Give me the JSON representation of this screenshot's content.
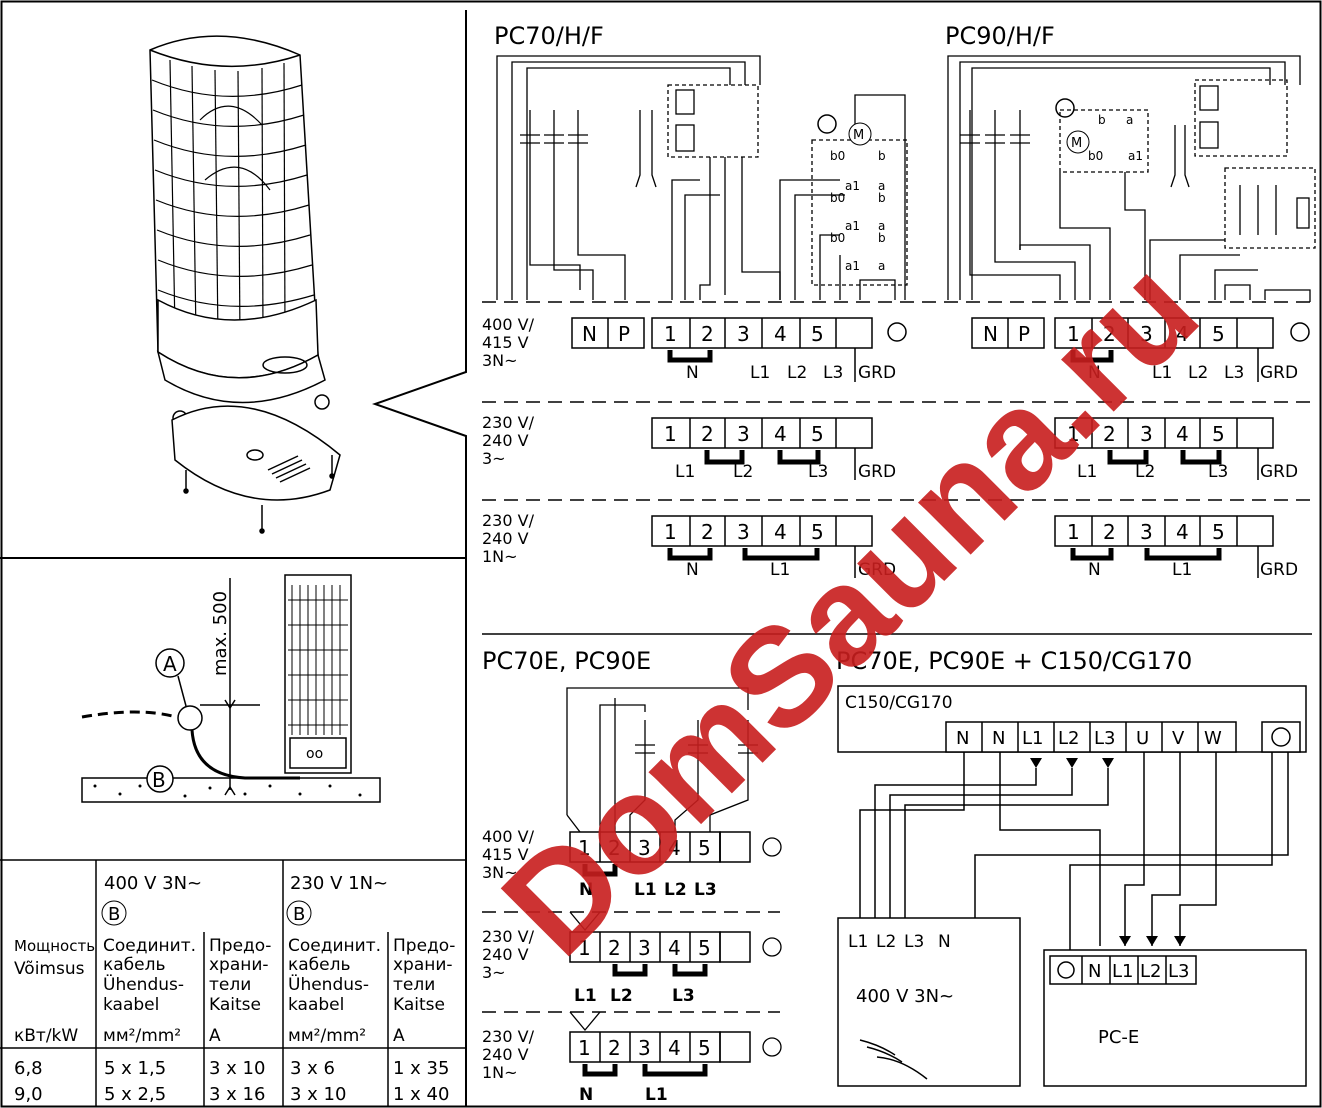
{
  "diagrams": {
    "pc70hf": {
      "title": "PC70/H/F",
      "v400": [
        "400 V/",
        "415 V",
        "3N~"
      ],
      "v230_3": [
        "230 V/",
        "240 V",
        "3~"
      ],
      "v230_1": [
        "230 V/",
        "240 V",
        "1N~"
      ],
      "np": [
        "N",
        "P"
      ],
      "terminals": [
        "1",
        "2",
        "3",
        "4",
        "5"
      ],
      "row1_labels": [
        "N",
        "L1",
        "L2",
        "L3",
        "GRD"
      ],
      "row2_labels": [
        "L1",
        "L2",
        "L3",
        "GRD"
      ],
      "row3_labels": [
        "N",
        "L1",
        "GRD"
      ],
      "timer_labels": [
        "b0",
        "b",
        "a1",
        "a",
        "b0",
        "b",
        "a1",
        "a",
        "b0",
        "b",
        "a1",
        "a"
      ],
      "motor": "M"
    },
    "pc90hf": {
      "title": "PC90/H/F",
      "np": [
        "N",
        "P"
      ],
      "terminals": [
        "1",
        "2",
        "3",
        "4",
        "5"
      ],
      "row1_labels": [
        "N",
        "L1",
        "L2",
        "L3",
        "GRD"
      ],
      "row2_labels": [
        "L1",
        "L2",
        "L3",
        "GRD"
      ],
      "row3_labels": [
        "N",
        "L1",
        "GRD"
      ],
      "timer_labels": [
        "b",
        "a",
        "b0",
        "a1"
      ],
      "motor": "M"
    },
    "pc70e": {
      "title": "PC70E, PC90E",
      "v400": [
        "400 V/",
        "415 V",
        "3N~"
      ],
      "v230_3": [
        "230 V/",
        "240 V",
        "3~"
      ],
      "v230_1": [
        "230 V/",
        "240 V",
        "1N~"
      ],
      "terminals": [
        "1",
        "2",
        "3",
        "4",
        "5"
      ],
      "row1_labels": [
        "N",
        "L1",
        "L2",
        "L3"
      ],
      "row2_labels": [
        "L1",
        "L2",
        "L3"
      ],
      "row3_labels": [
        "N",
        "L1"
      ]
    },
    "pc70e_c150": {
      "title": "PC70E, PC90E  +  C150/CG170",
      "unit_label": "C150/CG170",
      "unit_terminals": [
        "N",
        "N",
        "L1",
        "L2",
        "L3",
        "U",
        "V",
        "W"
      ],
      "supply_terms": [
        "L1",
        "L2",
        "L3",
        "N"
      ],
      "supply_label": "400 V 3N~",
      "heater_terms": [
        "N",
        "L1",
        "L2",
        "L3"
      ],
      "heater_label": "PC-E"
    }
  },
  "install": {
    "label_a": "A",
    "label_b": "B",
    "max_label": "max. 500",
    "heater_panel_text": "oo"
  },
  "table": {
    "header_400": "400 V 3N~",
    "header_230": "230 V 1N~",
    "circle_b": "B",
    "col_power": [
      "Мощность",
      "Võimsus"
    ],
    "col_cable": [
      "Соединит.",
      "кабель",
      "Ühendus-",
      "kaabel"
    ],
    "col_fuse": [
      "Предо-",
      "храни-",
      "тели",
      "Kaitse"
    ],
    "units": [
      "кВт/kW",
      "мм²/mm²",
      "A",
      "мм²/mm²",
      "A"
    ],
    "rows": [
      [
        "6,8",
        "5 x 1,5",
        "3 x 10",
        "3 x 6",
        "1 x 35"
      ],
      [
        "9,0",
        "5 x 2,5",
        "3 x 16",
        "3 x 10",
        "1 x 40"
      ]
    ]
  },
  "watermark": "DomSauna.ru"
}
